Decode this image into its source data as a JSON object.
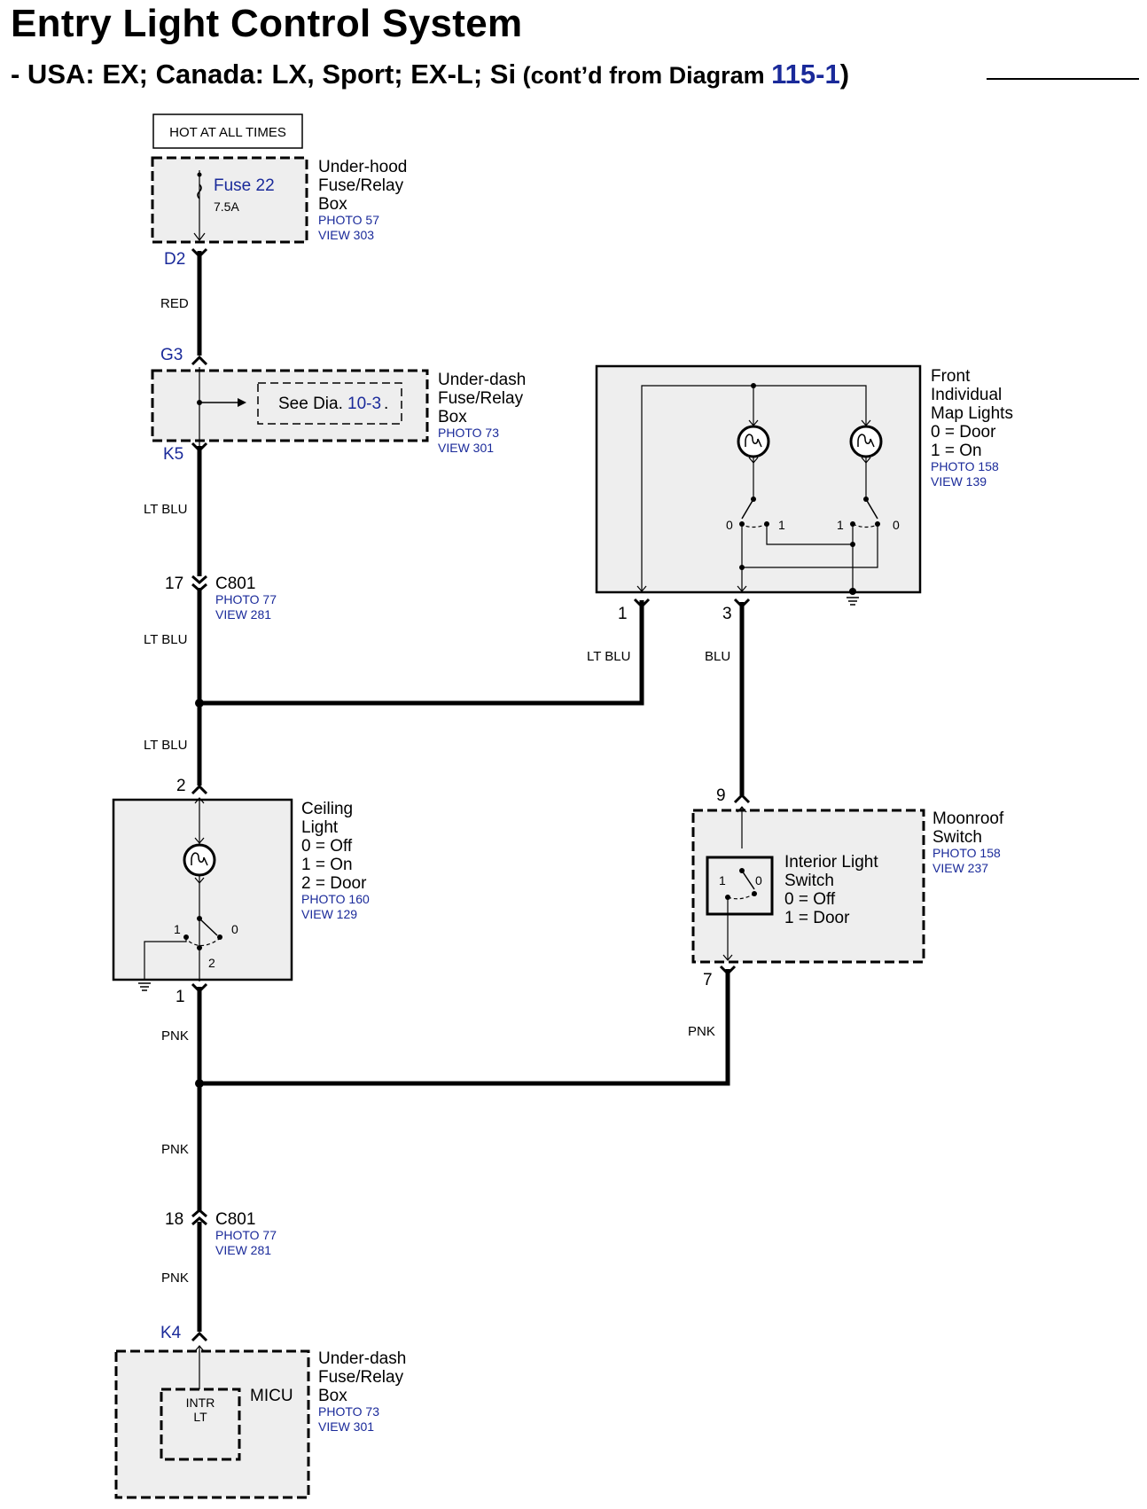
{
  "header": {
    "title": "Entry Light Control System",
    "subtitle_prefix": "- USA: EX; Canada: LX, Sport; EX-L; Si",
    "contd_open": " (cont’d from ",
    "contd_diagram": "Diagram ",
    "contd_ref": "115-1",
    "contd_close": ")"
  },
  "power": {
    "label": "HOT AT ALL TIMES"
  },
  "underhood_box": {
    "fuse_name": "Fuse 22",
    "fuse_rating": "7.5A",
    "name_lines": [
      "Under-hood",
      "Fuse/Relay",
      "Box"
    ],
    "photo": "PHOTO 57",
    "view": "VIEW 303",
    "pin_out": "D2"
  },
  "underdash_box_top": {
    "pin_in": "G3",
    "pin_out": "K5",
    "see_prefix": "See Dia. ",
    "see_ref": "10-3",
    "see_suffix": ".",
    "name_lines": [
      "Under-dash",
      "Fuse/Relay",
      "Box"
    ],
    "photo": "PHOTO 73",
    "view": "VIEW 301"
  },
  "wires": {
    "red": "RED",
    "ltblu_1": "LT BLU",
    "ltblu_2": "LT BLU",
    "ltblu_3": "LT BLU",
    "ltblu_map": "LT BLU",
    "blu_map": "BLU",
    "pnk_1": "PNK",
    "pnk_2": "PNK",
    "pnk_3": "PNK",
    "pnk_moonroof": "PNK"
  },
  "connector_c801_top": {
    "pin": "17",
    "name": "C801",
    "photo": "PHOTO 77",
    "view": "VIEW 281"
  },
  "connector_c801_bottom": {
    "pin": "18",
    "name": "C801",
    "photo": "PHOTO 77",
    "view": "VIEW 281"
  },
  "map_lights": {
    "name_lines": [
      "Front",
      "Individual",
      "Map Lights",
      "0 = Door",
      "1 = On"
    ],
    "photo": "PHOTO 158",
    "view": "VIEW 139",
    "pin_left": "1",
    "pin_right": "3",
    "left_switch_0": "0",
    "left_switch_1": "1",
    "right_switch_1": "1",
    "right_switch_0": "0"
  },
  "ceiling_light": {
    "pin_in": "2",
    "pin_out": "1",
    "name_lines": [
      "Ceiling",
      "Light",
      "0 = Off",
      "1 = On",
      "2 = Door"
    ],
    "photo": "PHOTO 160",
    "view": "VIEW 129",
    "pos_1": "1",
    "pos_0": "0",
    "pos_2": "2"
  },
  "moonroof_switch": {
    "pin_in": "9",
    "pin_out": "7",
    "name_lines": [
      "Moonroof",
      "Switch"
    ],
    "photo": "PHOTO 158",
    "view": "VIEW 237",
    "inner_lines": [
      "Interior Light",
      "Switch",
      "0 = Off",
      "1 = Door"
    ],
    "pos_1": "1",
    "pos_0": "0"
  },
  "micu_box": {
    "pin_in": "K4",
    "inner_line1": "INTR",
    "inner_line2": "LT",
    "label": "MICU",
    "name_lines": [
      "Under-dash",
      "Fuse/Relay",
      "Box"
    ],
    "photo": "PHOTO 73",
    "view": "VIEW 301"
  }
}
